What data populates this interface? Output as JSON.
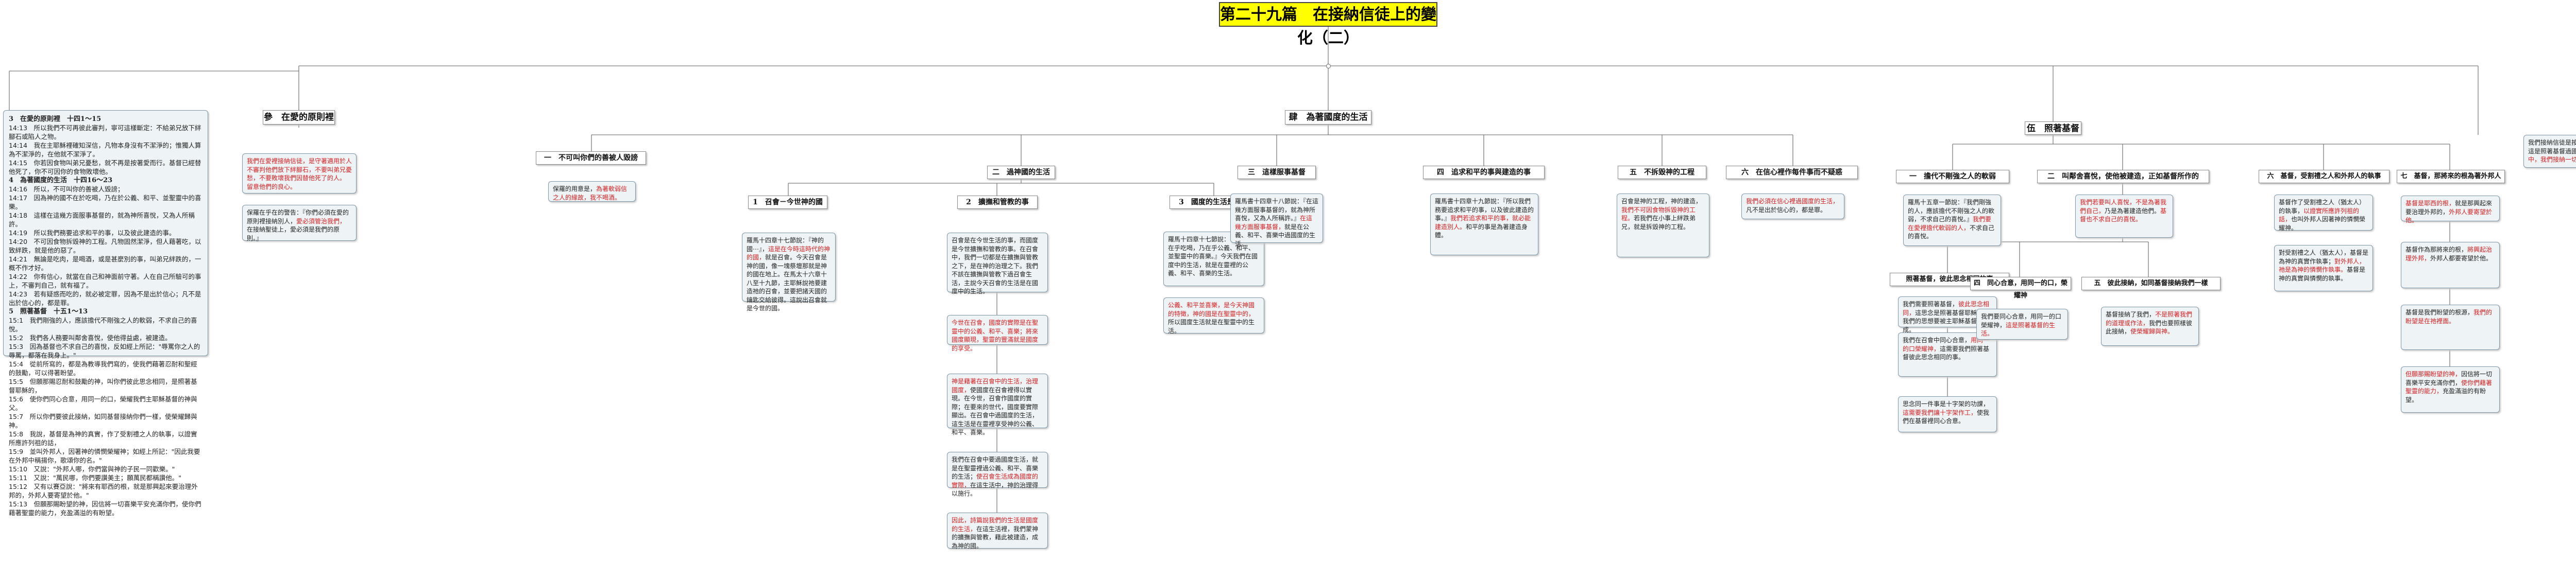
{
  "title": "第二十九篇　在接納信徒上的變化（二）",
  "outline": {
    "root_verses": {
      "lines": [
        {
          "type": "head",
          "text": "3　在愛的原則裡　十四1～15"
        },
        {
          "type": "verse",
          "text": "14:13　所以我們不可再彼此審判，寧可這樣斷定：不給弟兄放下絆腳石或陷人之物。"
        },
        {
          "type": "verse",
          "text": "14:14　我在主耶穌裡確知深信，凡物本身沒有不潔淨的；惟獨人算為不潔淨的，在他就不潔淨了。"
        },
        {
          "type": "verse",
          "text": "14:15　你若因食物叫弟兄憂愁，就不再是按著愛而行。基督已經替他死了，你不可因你的食物敗壞他。"
        },
        {
          "type": "head",
          "text": "4　為著國度的生活　十四16～23"
        },
        {
          "type": "verse",
          "text": "14:16　所以，不可叫你的善被人毀謗；"
        },
        {
          "type": "verse",
          "text": "14:17　因為神的國不在於吃喝，乃在於公義、和平、並聖靈中的喜樂。"
        },
        {
          "type": "verse",
          "text": "14:18　這樣在這幾方面服事基督的，就為神所喜悅，又為人所稱許。"
        },
        {
          "type": "verse",
          "text": "14:19　所以我們務要追求和平的事，以及彼此建造的事。"
        },
        {
          "type": "verse",
          "text": "14:20　不可因食物拆毀神的工程。凡物固然潔淨，但人藉著吃，以致絆跌，就是他的惡了。"
        },
        {
          "type": "verse",
          "text": "14:21　無論是吃肉，是喝酒，或是甚麼別的事，叫弟兄絆跌的，一概不作才好。"
        },
        {
          "type": "verse",
          "text": "14:22　你有信心，就當在自己和神面前守著。人在自己所驗可的事上，不審判自己，就有福了。"
        },
        {
          "type": "verse",
          "text": "14:23　若有疑惑而吃的，就必被定罪，因為不是出於信心；凡不是出於信心的，都是罪。"
        },
        {
          "type": "head",
          "text": "5　照著基督　十五1～13"
        },
        {
          "type": "verse",
          "text": "15:1　我們剛強的人，應該擔代不剛強之人的軟弱，不求自己的喜悅。"
        },
        {
          "type": "verse",
          "text": "15:2　我們各人務要叫鄰舍喜悅，使他得益處，被建造。"
        },
        {
          "type": "verse",
          "text": "15:3　因為基督也不求自己的喜悅，反如經上所記：\"辱罵你之人的辱罵，都落在我身上。\""
        },
        {
          "type": "verse",
          "text": "15:4　從前所寫的，都是為教導我們寫的，使我們藉著忍耐和聖經的鼓勵，可以得著盼望。"
        },
        {
          "type": "verse",
          "text": "15:5　但願那賜忍耐和鼓勵的神，叫你們彼此思念相同，是照著基督耶穌的，"
        },
        {
          "type": "verse",
          "text": "15:6　使你們同心合意，用同一的口，榮耀我們主耶穌基督的神與父。"
        },
        {
          "type": "verse",
          "text": "15:7　所以你們要彼此接納，如同基督接納你們一樣，使榮耀歸與神。"
        },
        {
          "type": "verse",
          "text": "15:8　我說，基督是為神的真實，作了受割禮之人的執事，以證實所應許列祖的話，"
        },
        {
          "type": "verse",
          "text": "15:9　並叫外邦人，因著神的憐憫榮耀神；如經上所記：\"因此我要在外邦中稱揚你，歌頌你的名。\""
        },
        {
          "type": "verse",
          "text": "15:10　又說：\"外邦人哪，你們當與神的子民一同歡樂。\""
        },
        {
          "type": "verse",
          "text": "15:11　又說：\"萬民哪，你們要讚美主；願萬民都稱讚他。\""
        },
        {
          "type": "verse",
          "text": "15:12　又有以賽亞說：\"將來有耶西的根，就是那興起來要治理外邦的，外邦人要寄望於他。\""
        },
        {
          "type": "verse",
          "text": "15:13　但願那賜盼望的神，因信將一切喜樂平安充滿你們，使你們藉著聖靈的能力，充盈滿溢的有盼望。"
        }
      ]
    },
    "s_love": {
      "label": "參　在愛的原則裡",
      "note1": [
        {
          "c": "red",
          "t": "我們在愛裡接納信徒，是守著適用於人"
        },
        {
          "c": "red",
          "t": "不審判他們放下絆腳石，不要叫弟兄憂"
        },
        {
          "c": "red",
          "t": "愁，不要敗壞我們因替他死了的人。"
        },
        {
          "c": "red",
          "t": "留意他們的良心。"
        }
      ],
      "note2": [
        {
          "c": "blk",
          "t": "保羅在乎在的警告：『你們必須在愛的原則裡接納別人，"
        },
        {
          "c": "red",
          "t": "愛必須管治我們，"
        },
        {
          "c": "blk",
          "t": "在接納聖徒上，愛必須是我們的原則。』"
        }
      ]
    },
    "s_kingdom": {
      "label": "肆　為著國度的生活",
      "c1": {
        "label": "一　不可叫你們的善被人毀謗",
        "note": [
          {
            "c": "blk",
            "t": "保羅的用意是，"
          },
          {
            "c": "red",
            "t": "為著軟弱信之人的緣故，我不喝酒。"
          }
        ]
      },
      "c2": {
        "label": "二　過神國的生活",
        "g1": {
          "label": "1　召會－今世神的國",
          "note": [
            {
              "c": "blk",
              "t": "羅馬十四章十七節說：『神的國⋯』，"
            },
            {
              "c": "red",
              "t": "這是在今時這時代的神的國，"
            },
            {
              "c": "blk",
              "t": "就是召會。今天召會是神的國，"
            },
            {
              "c": "blk",
              "t": "像一塊祭壇那就是神的國在地上。在馬太十六章十八至十九節，"
            },
            {
              "c": "blk",
              "t": "主耶穌說祂要建造祂的召會，並要把諸天國的鑰匙交給彼得。"
            },
            {
              "c": "blk",
              "t": "這說出召會就是今世的國。"
            }
          ]
        },
        "g2": {
          "label": "2　擴撫和管教的事",
          "note1": [
            {
              "c": "blk",
              "t": "召會是在今世生活的事，而國度是今世擴撫和管教的事。"
            },
            {
              "c": "blk",
              "t": "在召會中，我們一切都是在擴撫與管教之下，"
            },
            {
              "c": "blk",
              "t": "是在神的治理之下。我們不該在擴撫與管教下過召會生活，"
            },
            {
              "c": "blk",
              "t": "主說今天召會的生活是在國度中的生活。"
            }
          ],
          "note2": [
            {
              "c": "red",
              "t": "今世在召會，國度的實際是在聖靈中的公義、和平、喜樂；"
            },
            {
              "c": "red",
              "t": "將來國度顯現，聖靈的豐滿就是國度的享受。"
            }
          ],
          "note3": [
            {
              "c": "red",
              "t": "神是藉著在召會中的生活，治理國度，"
            },
            {
              "c": "blk",
              "t": "使國度在召會裡得以實現。在今世，召會作國度的實際；"
            },
            {
              "c": "blk",
              "t": "在要來的世代，國度要實際顯出。"
            },
            {
              "c": "blk",
              "t": "在召會中過國度的生活，這生活是在靈裡享受神的公義、和平、喜樂。"
            }
          ],
          "note4": [
            {
              "c": "blk",
              "t": "我們在召會中要過國度生活，"
            },
            {
              "c": "blk",
              "t": "就是在聖靈裡過公義、和平、喜樂的生活；"
            },
            {
              "c": "red",
              "t": "使召會生活成為國度的實際，"
            },
            {
              "c": "blk",
              "t": "在這生活中，神的治理得以施行。"
            }
          ],
          "note5": [
            {
              "c": "red",
              "t": "因此，詩篇說我們的生活是國度的生活，"
            },
            {
              "c": "blk",
              "t": "在這生活裡，我們蒙神的擴撫與管教，"
            },
            {
              "c": "blk",
              "t": "藉此被建造，成為神的國。"
            }
          ]
        },
        "g3": {
          "label": "3　國度的生活是甚麼",
          "note1": [
            {
              "c": "blk",
              "t": "羅馬十四章十七節說：『神的國不在乎吃喝，乃在乎公義、和平、並聖靈中的喜樂。』"
            },
            {
              "c": "blk",
              "t": "今天我們在國度中的生活，就是在靈裡的公義、和平、喜樂的生活。"
            }
          ],
          "note2": [
            {
              "c": "red",
              "t": "公義、和平並喜樂，是今天神國的特徵，"
            },
            {
              "c": "red",
              "t": "神的國是在聖靈中的，"
            },
            {
              "c": "blk",
              "t": "所以國度生活就是在聖靈中的生活。"
            }
          ]
        }
      },
      "c3": {
        "label": "三　這樣服事基督",
        "note": [
          {
            "c": "blk",
            "t": "羅馬書十四章十八節說：『在這幾方面服事基督的，"
          },
          {
            "c": "blk",
            "t": "就為神所喜悅，又為人所稱許。』"
          },
          {
            "c": "red",
            "t": "在這幾方面服事基督，"
          },
          {
            "c": "blk",
            "t": "就是在公義、和平、喜樂中過國度的生活。"
          }
        ]
      },
      "c4": {
        "label": "四　追求和平的事與建造的事",
        "note": [
          {
            "c": "blk",
            "t": "羅馬書十四章十九節說：『所以我們務要追求和平的事，以及彼此建造的事。』"
          },
          {
            "c": "red",
            "t": "我們若追求和平的事，就必能建造別人。"
          },
          {
            "c": "blk",
            "t": "和平的事是為著建造身體。"
          }
        ]
      },
      "c5": {
        "label": "五　不拆毀神的工程",
        "note": [
          {
            "c": "blk",
            "t": "召會是神的工程，神的建造，"
          },
          {
            "c": "red",
            "t": "我們不可因食物拆毀神的工程。"
          },
          {
            "c": "blk",
            "t": "若我們在小事上絆跌弟兄，就是拆毀神的工程。"
          }
        ]
      },
      "c6": {
        "label": "六　在信心裡作每件事而不疑惑",
        "note": [
          {
            "c": "red",
            "t": "我們必須在信心裡過國度的生活，"
          },
          {
            "c": "blk",
            "t": "凡不是出於信心的，都是罪。"
          }
        ]
      }
    },
    "s_christ": {
      "label": "伍　照著基督",
      "d1": {
        "label": "一　擔代不剛強之人的軟弱",
        "note": [
          {
            "c": "blk",
            "t": "羅馬十五章一節說：『我們剛強的人，應該擔代不剛強之人的軟弱，不求自己的喜悅。』"
          },
          {
            "c": "red",
            "t": "我們要在愛裡擔代軟弱的人，"
          },
          {
            "c": "blk",
            "t": "不求自己的喜悅。"
          }
        ]
      },
      "d2": {
        "label": "二　叫鄰舍喜悅，使他被建造，正如基督所作的",
        "note": [
          {
            "c": "red",
            "t": "我們若要叫人喜悅，不是為著我們自己，"
          },
          {
            "c": "blk",
            "t": "乃是為著建造他們。"
          },
          {
            "c": "red",
            "t": "基督也不求自己的喜悅。"
          }
        ]
      },
      "d2a": {
        "label": "照著基督，彼此思念相同的事",
        "note1": [
          {
            "c": "blk",
            "t": "我們需要照著基督，"
          },
          {
            "c": "red",
            "t": "彼此思念相同，"
          },
          {
            "c": "blk",
            "t": "這思念是照著基督耶穌的；"
          },
          {
            "c": "blk",
            "t": "我們的思想要被主耶穌基督模成。"
          }
        ],
        "note2": [
          {
            "c": "blk",
            "t": "我們在召會中同心合意，"
          },
          {
            "c": "red",
            "t": "用同一的口榮耀神，"
          },
          {
            "c": "blk",
            "t": "這需要我們照著基督彼此思念相同的事。"
          }
        ],
        "note3": [
          {
            "c": "blk",
            "t": "思念同一件事是十字架的功課，"
          },
          {
            "c": "red",
            "t": "這需要我們讓十字架作工，"
          },
          {
            "c": "blk",
            "t": "使我們在基督裡同心合意。"
          }
        ]
      },
      "d2b": {
        "label": "四　同心合意，用同一的口，榮耀神",
        "note": [
          {
            "c": "blk",
            "t": "我們要同心合意，用同一的口榮耀神，"
          },
          {
            "c": "red",
            "t": "這是照著基督的生活。"
          }
        ]
      },
      "d2c": {
        "label": "五　彼此接納，如同基督接納我們一樣",
        "note": [
          {
            "c": "blk",
            "t": "基督接納了我們，"
          },
          {
            "c": "red",
            "t": "不是照著我們的道理或作法，"
          },
          {
            "c": "blk",
            "t": "我們也要照樣彼此接納，"
          },
          {
            "c": "red",
            "t": "使榮耀歸與神。"
          }
        ]
      },
      "d3": {
        "label": "六　基督，受割禮之人和外邦人的執事",
        "note1": [
          {
            "c": "blk",
            "t": "基督作了受割禮之人（猶太人）的執事，"
          },
          {
            "c": "red",
            "t": "以證實所應許列祖的話，"
          },
          {
            "c": "blk",
            "t": "也叫外邦人因著神的憐憫榮耀神。"
          }
        ],
        "note2": [
          {
            "c": "blk",
            "t": "對受割禮之人（猶太人），基督是為神的真實作執事；"
          },
          {
            "c": "red",
            "t": "對外邦人，祂是為神的憐憫作執事。"
          },
          {
            "c": "blk",
            "t": "基督是神的真實與憐憫的執事。"
          }
        ]
      },
      "d4": {
        "label": "七　基督，那將來的根為著外邦人",
        "note1": [
          {
            "c": "red",
            "t": "基督是耶西的根，"
          },
          {
            "c": "blk",
            "t": "就是那興起來要治理外邦的，"
          },
          {
            "c": "red",
            "t": "外邦人要寄望於他。"
          }
        ],
        "note2": [
          {
            "c": "blk",
            "t": "基督作為那將來的根，"
          },
          {
            "c": "red",
            "t": "將興起治理外邦，"
          },
          {
            "c": "blk",
            "t": "外邦人都要寄望於他。"
          }
        ],
        "note3": [
          {
            "c": "blk",
            "t": "基督是我們盼望的根源，"
          },
          {
            "c": "red",
            "t": "我們的盼望是在祂裡面。"
          }
        ],
        "note4": [
          {
            "c": "red",
            "t": "但願那賜盼望的神，"
          },
          {
            "c": "blk",
            "t": "因信將一切喜樂平安充滿你們，"
          },
          {
            "c": "red",
            "t": "使你們藉著聖靈的能力，"
          },
          {
            "c": "blk",
            "t": "充盈滿溢的有盼望。"
          }
        ]
      }
    },
    "s_final": {
      "note": [
        {
          "c": "blk",
          "t": "我們接納信徒是按照神的方式而轉變的，這是照著基督過國度的生活，"
        },
        {
          "c": "red",
          "t": "在這變化中，我們接納一切與主相交的信徒。"
        }
      ]
    }
  }
}
